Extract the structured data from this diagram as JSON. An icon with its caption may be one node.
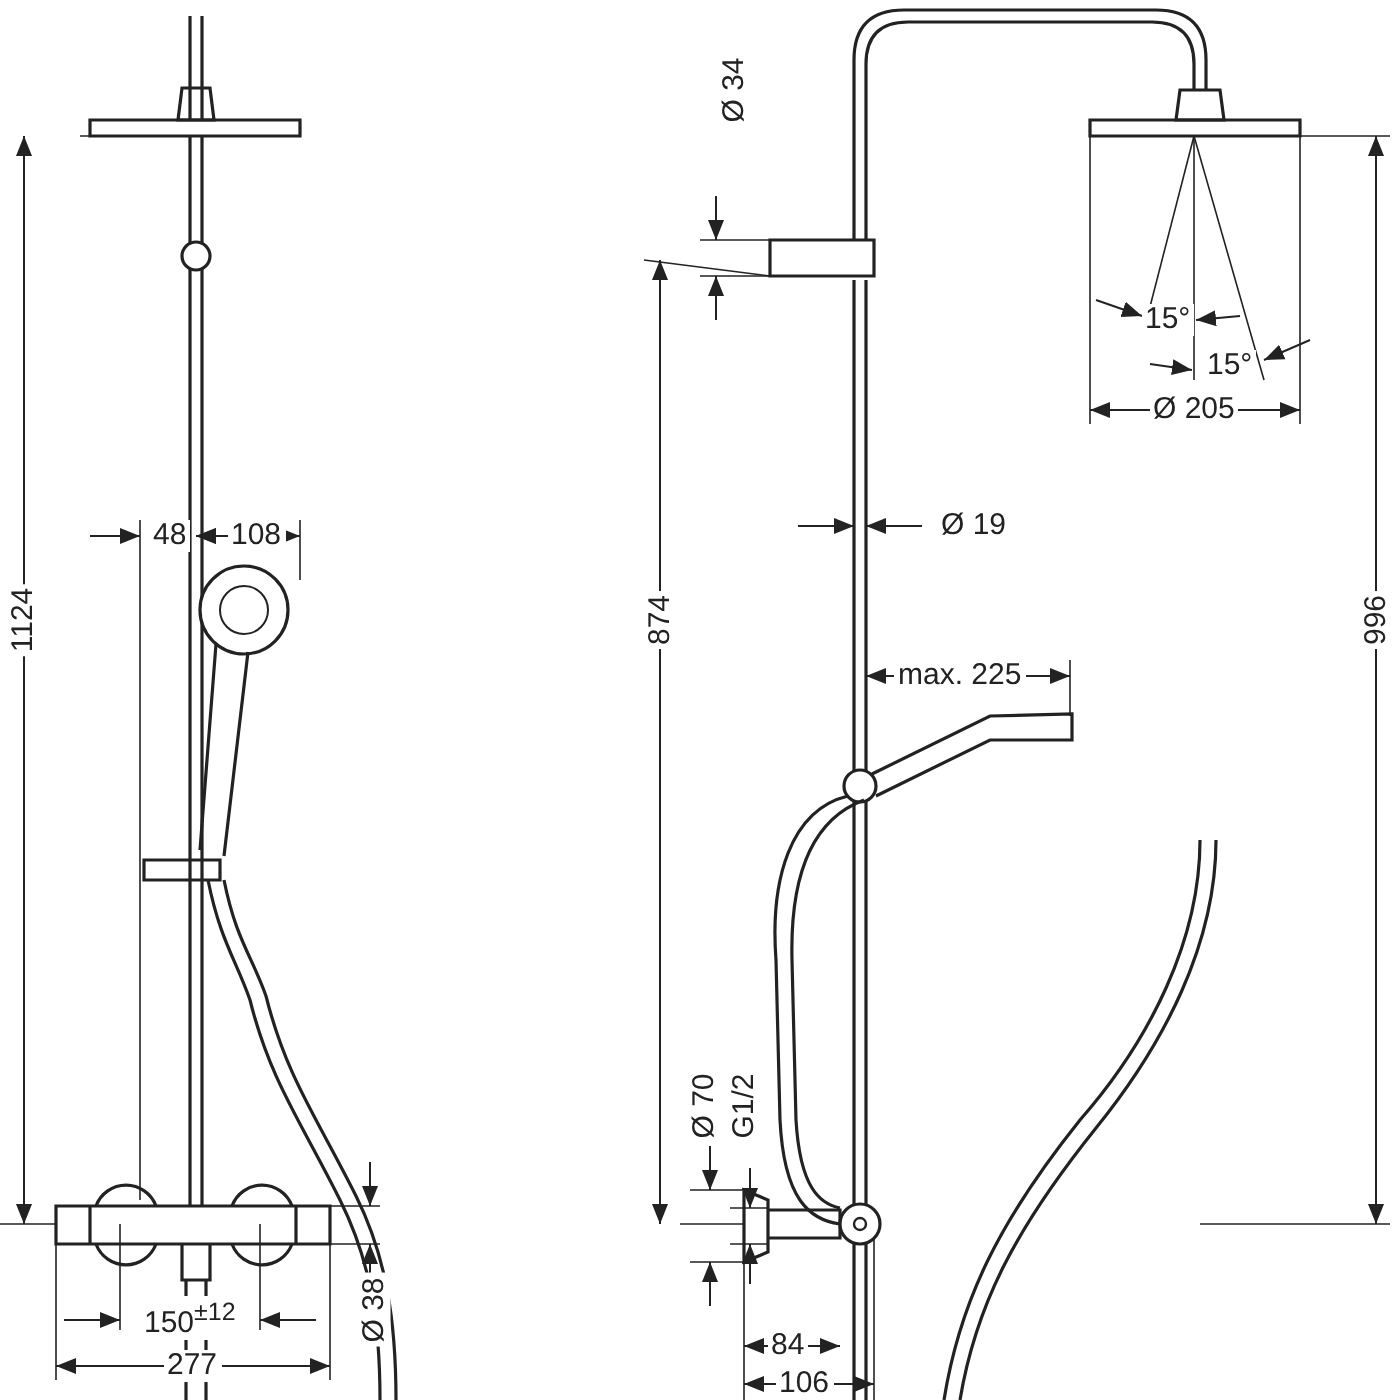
{
  "diagram": {
    "labels": [
      "1124",
      "48",
      "108",
      "150$^{±12}$",
      "277",
      "Ø 38",
      "Ø 34",
      "874",
      "Ø 19",
      "max. 225",
      "Ø 70",
      "G1/2",
      "84",
      "106",
      "15°",
      "15°",
      "Ø 205",
      "996"
    ]
  }
}
